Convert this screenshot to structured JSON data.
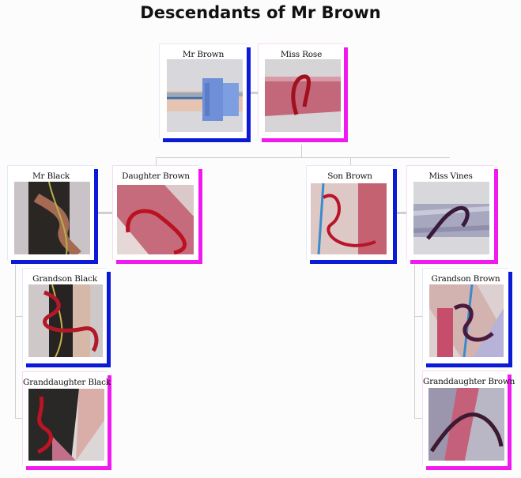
{
  "title": "Descendants of Mr Brown",
  "colors": {
    "male": "#0a1ad6",
    "female": "#f01af0",
    "connector": "#cfcfcf"
  },
  "people": {
    "mr_brown": {
      "name": "Mr Brown",
      "gender": "male",
      "photo": "blue-tape-icon"
    },
    "miss_rose": {
      "name": "Miss Rose",
      "gender": "female",
      "photo": "red-ring-icon"
    },
    "mr_black": {
      "name": "Mr Black",
      "gender": "male",
      "photo": "black-leather-icon"
    },
    "daughter_brown": {
      "name": "Daughter Brown",
      "gender": "female",
      "photo": "red-wire-icon"
    },
    "son_brown": {
      "name": "Son Brown",
      "gender": "male",
      "photo": "blue-wire-icon"
    },
    "miss_vines": {
      "name": "Miss Vines",
      "gender": "female",
      "photo": "dark-vine-icon"
    },
    "grandson_black": {
      "name": "Grandson Black",
      "gender": "male",
      "photo": "red-black-wire-icon"
    },
    "granddaughter_black": {
      "name": "Granddaughter Black",
      "gender": "female",
      "photo": "red-black-twist-icon"
    },
    "grandson_brown": {
      "name": "Grandson Brown",
      "gender": "male",
      "photo": "purple-twist-icon"
    },
    "granddaughter_brown": {
      "name": "Granddaughter Brown",
      "gender": "female",
      "photo": "pink-vine-icon"
    }
  }
}
